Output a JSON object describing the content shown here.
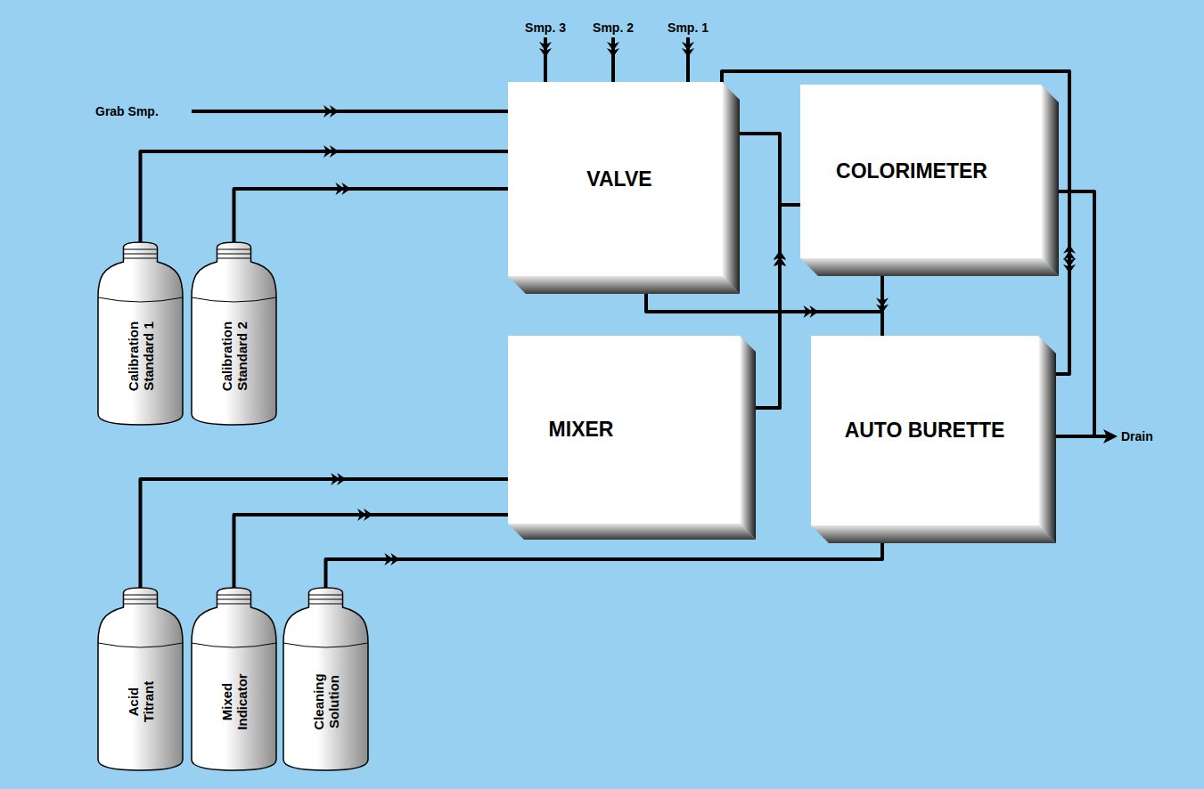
{
  "diagram": {
    "nodes": [
      {
        "text": [
          "VALVE"
        ]
      },
      {
        "text": [
          "COLORIMETER"
        ]
      },
      {
        "text": [
          "MIXER"
        ]
      },
      {
        "text": [
          "AUTO BURETTE"
        ]
      },
      {
        "text": [
          "Calibration Standard 1"
        ]
      },
      {
        "text": [
          "Calibration Standard 2"
        ]
      },
      {
        "text": [
          "Acid Titrant"
        ]
      },
      {
        "text": [
          "Mixed Indicator"
        ]
      },
      {
        "text": [
          "Cleaning Solution"
        ]
      }
    ],
    "edges": [
      {
        "from": 4,
        "to": 0,
        "arrow": "to"
      },
      {
        "from": 5,
        "to": 0,
        "arrow": "to"
      },
      {
        "from": 6,
        "to": 2,
        "arrow": "to"
      },
      {
        "from": 7,
        "to": 2,
        "arrow": "to"
      },
      {
        "from": 8,
        "to": 3,
        "arrow": "to"
      },
      {
        "from": 0,
        "to": 3,
        "arrow": "to"
      },
      {
        "from": 1,
        "to": 3,
        "arrow": "to"
      },
      {
        "from": 2,
        "to": 0,
        "arrow": "to"
      },
      {
        "from": 2,
        "to": 1,
        "arrow": "to"
      },
      {
        "from": 0,
        "to": 3,
        "arrow": "both"
      }
    ],
    "labels": [
      "Smp. 3",
      "Smp. 2",
      "Smp. 1",
      "Grab Smp.",
      "Drain"
    ]
  }
}
